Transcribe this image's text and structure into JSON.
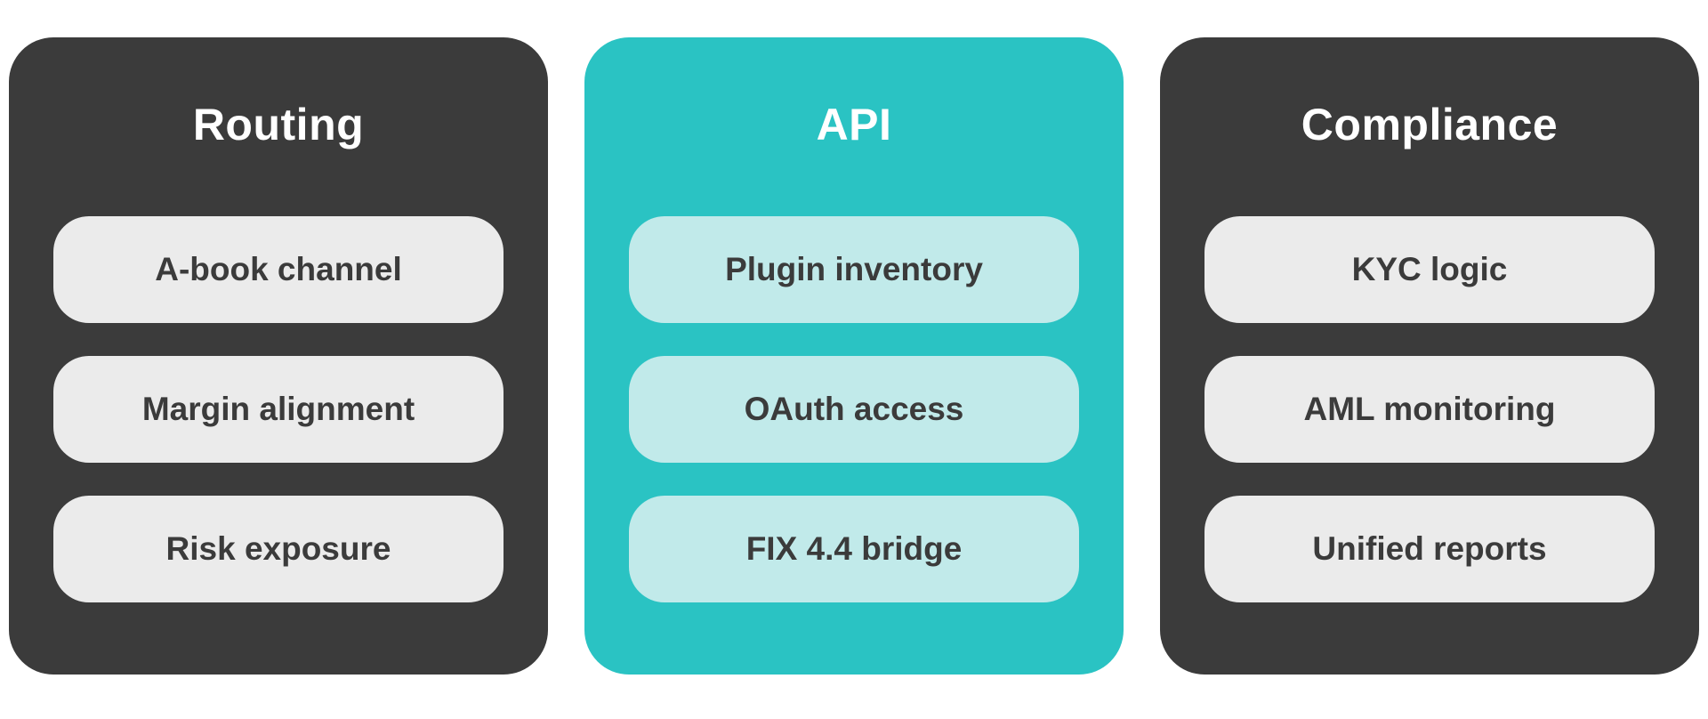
{
  "page": {
    "background": "#ffffff"
  },
  "colors": {
    "card_dark": "#3b3b3b",
    "card_teal": "#2ac3c3",
    "pill_on_dark": "#ebebeb",
    "pill_on_teal": "#c1eaea",
    "title_text": "#ffffff",
    "pill_text": "#3b3b3b"
  },
  "cards": [
    {
      "title": "Routing",
      "theme": "dark",
      "items": [
        "A-book channel",
        "Margin alignment",
        "Risk exposure"
      ]
    },
    {
      "title": "API",
      "theme": "teal",
      "items": [
        "Plugin inventory",
        "OAuth access",
        "FIX 4.4 bridge"
      ]
    },
    {
      "title": "Compliance",
      "theme": "dark",
      "items": [
        "KYC logic",
        "AML monitoring",
        "Unified reports"
      ]
    }
  ]
}
